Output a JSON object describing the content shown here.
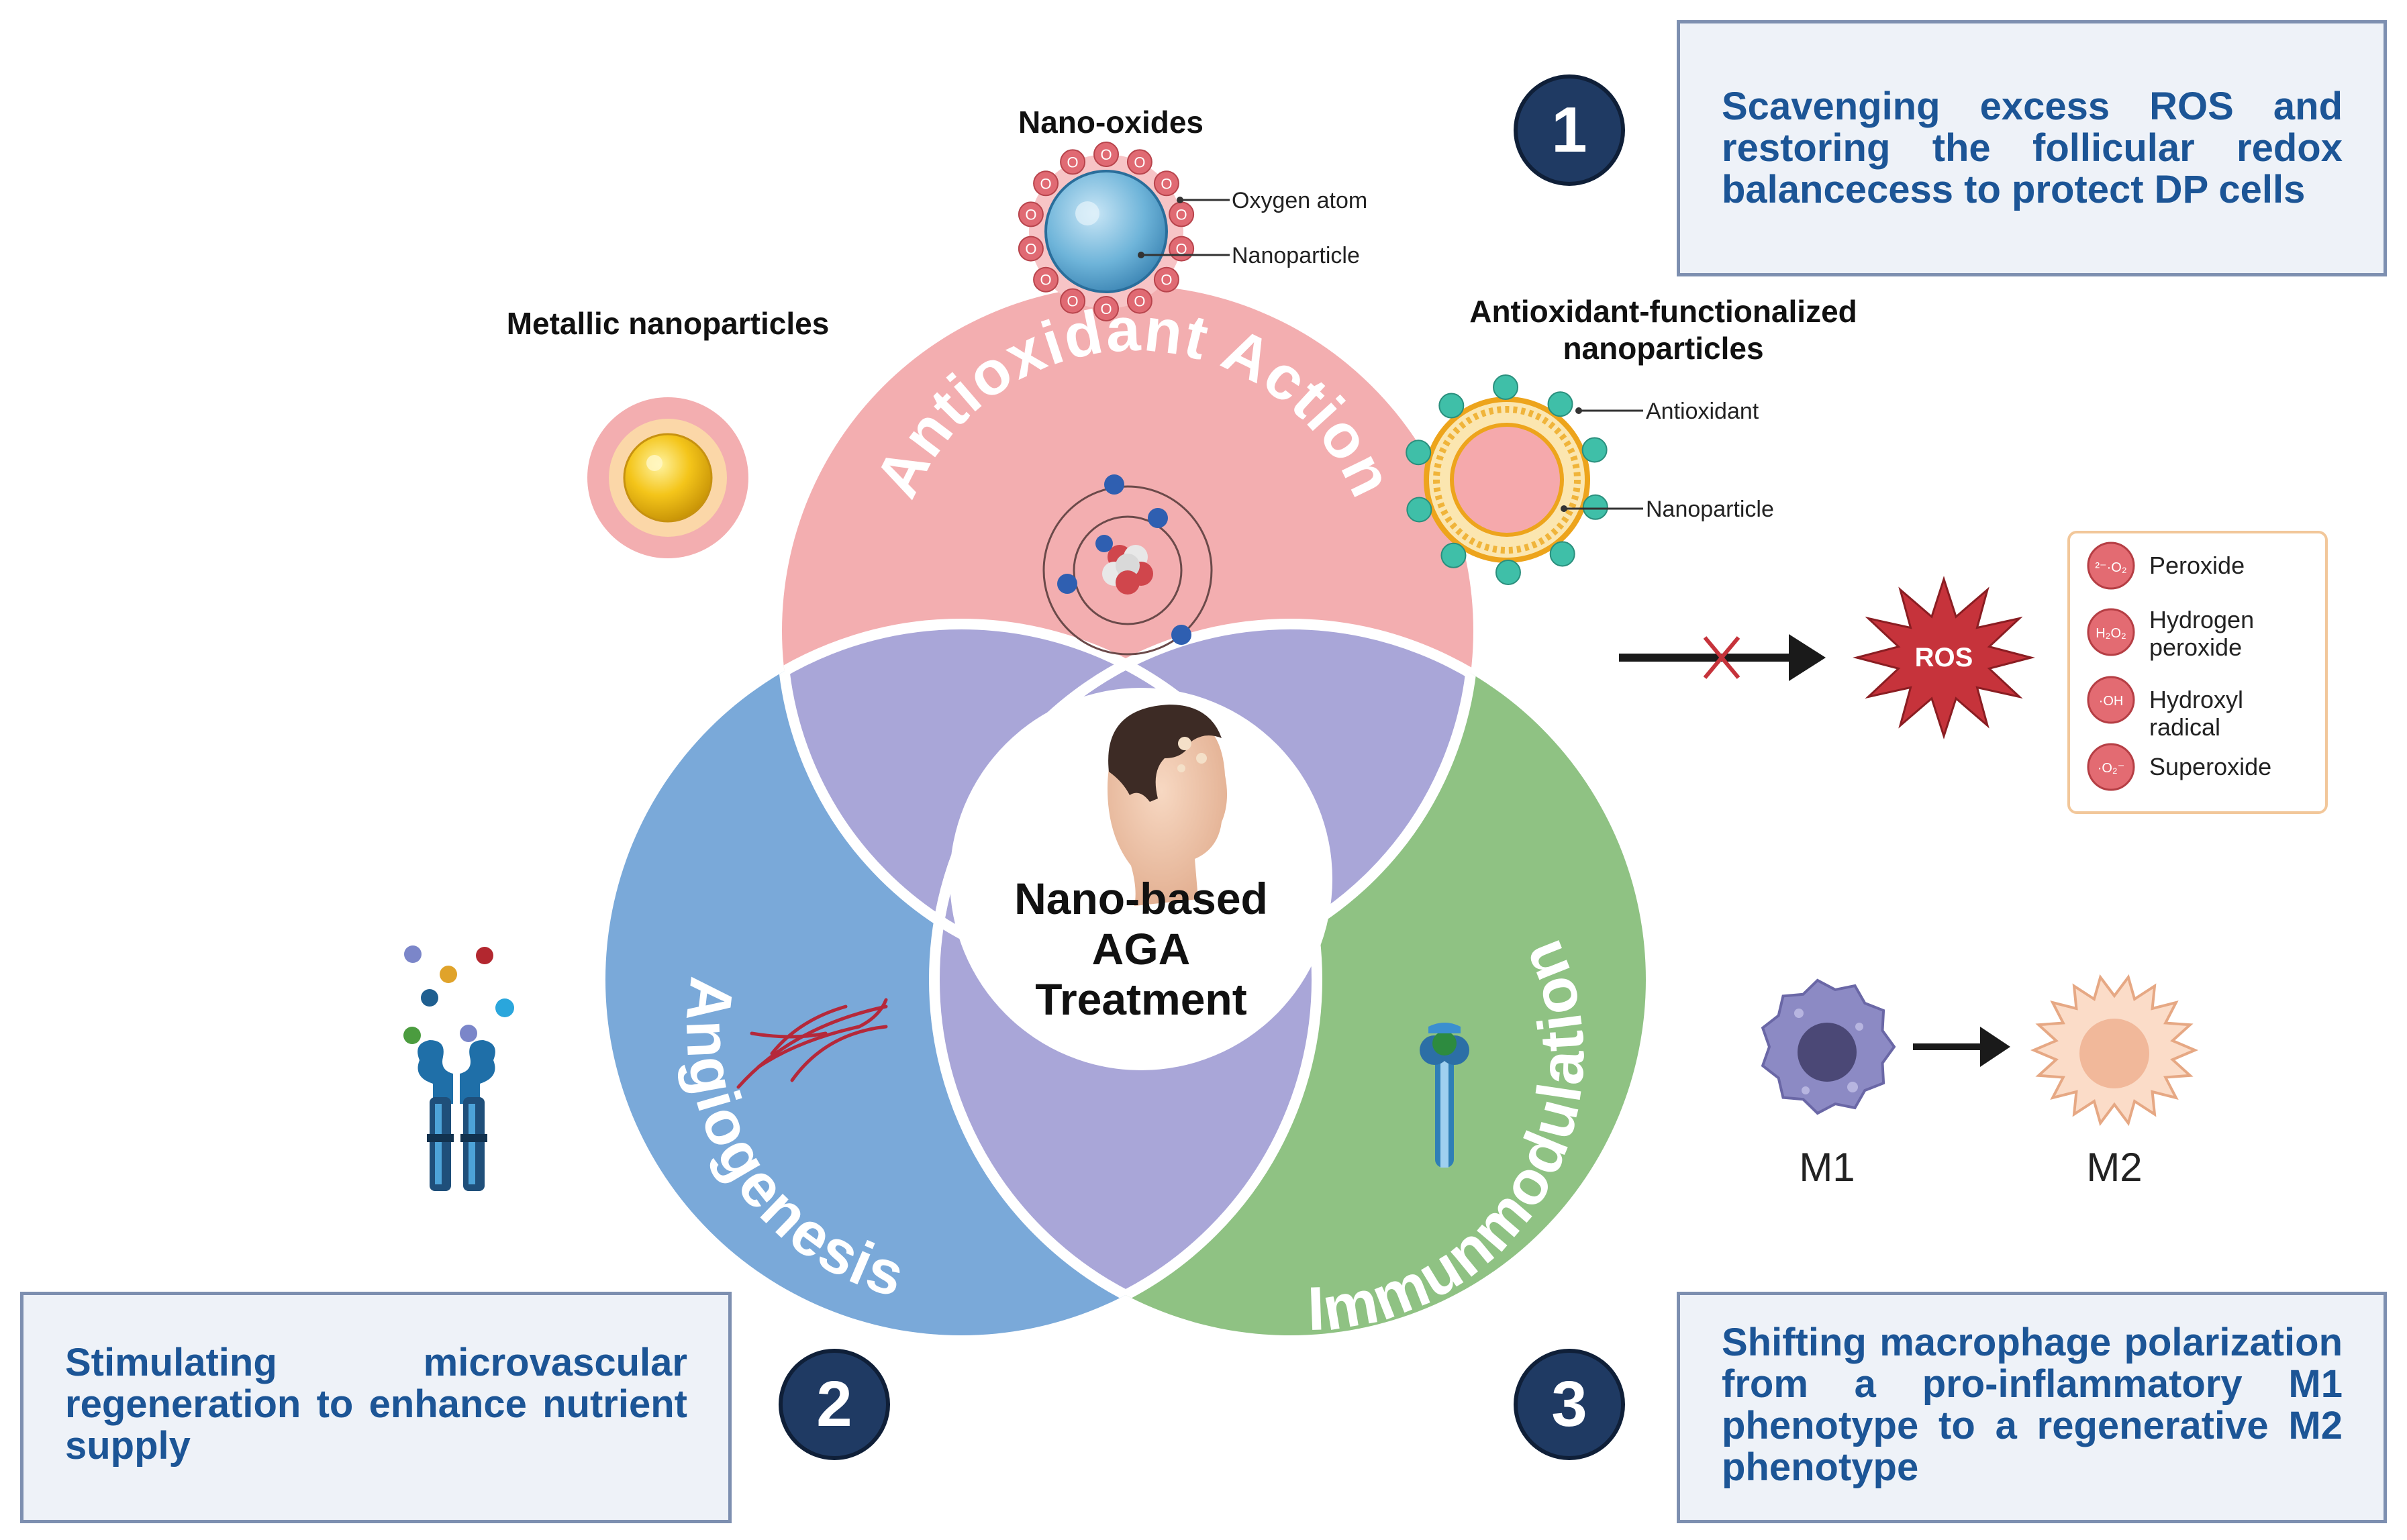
{
  "colors": {
    "antioxidant_circle": "#f3aeb0",
    "angiogenesis_circle": "#7aa9d9",
    "immunomodulation_circle": "#8fc283",
    "overlap": "#a9a6d8",
    "box_text": "#1c5596",
    "box_border": "#7d8fb0",
    "box_fill": "#eef2f8",
    "number_badge": "#1f3a63",
    "ros": "#c6333b",
    "oxygen": "#e06a73"
  },
  "venn": {
    "antioxidant_label": "Antioxidant Action",
    "angiogenesis_label": "Angiogenesis",
    "immunomodulation_label": "Immunmodulation",
    "center_line1": "Nano-based",
    "center_line2": "AGA",
    "center_line3": "Treatment"
  },
  "steps": [
    {
      "number": "1",
      "text": "Scavenging excess ROS and restoring the follicular redox balancecess to protect DP cells"
    },
    {
      "number": "2",
      "text": "Stimulating microvascular regeneration to enhance nutrient supply"
    },
    {
      "number": "3",
      "text": "Shifting macrophage polarization from a pro-inflammatory M1 phenotype to a regenerative M2 phenotype"
    }
  ],
  "nanoparticles": {
    "oxides_title": "Nano-oxides",
    "oxygen_atom_label": "Oxygen atom",
    "oxides_particle_label": "Nanoparticle",
    "oxygen_symbol": "O",
    "metallic_title": "Metallic nanoparticles",
    "functionalized_title_line1": "Antioxidant-functionalized",
    "functionalized_title_line2": "nanoparticles",
    "antioxidant_label": "Antioxidant",
    "functionalized_particle_label": "Nanoparticle"
  },
  "ros": {
    "label": "ROS",
    "species": [
      {
        "symbol": "²⁻·O₂",
        "name_line1": "Peroxide",
        "name_line2": ""
      },
      {
        "symbol": "H₂O₂",
        "name_line1": "Hydrogen",
        "name_line2": "peroxide"
      },
      {
        "symbol": "·OH",
        "name_line1": "Hydroxyl",
        "name_line2": "radical"
      },
      {
        "symbol": "·O₂⁻",
        "name_line1": "Superoxide",
        "name_line2": ""
      }
    ]
  },
  "macrophages": {
    "m1_label": "M1",
    "m2_label": "M2"
  },
  "icons": {
    "atom": "atom-icon",
    "blood_vessel": "blood-vessel-icon",
    "receptor": "receptor-icon",
    "growth_factors": "growth-factor-molecules-icon",
    "membrane_receptor": "membrane-receptor-icon",
    "head": "balding-head-icon",
    "blocked_arrow": "blocked-arrow-icon",
    "arrow": "arrow-icon"
  }
}
